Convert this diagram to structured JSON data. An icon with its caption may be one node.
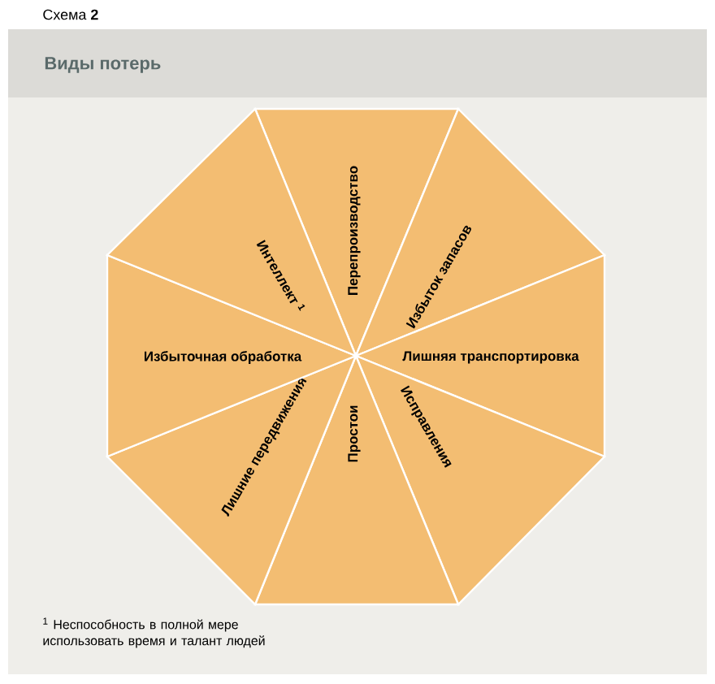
{
  "diagram": {
    "title": "Виды потерь",
    "nodes": [
      {
        "text": [
          "Перепроизводство"
        ]
      },
      {
        "text": [
          "Избыток запасов"
        ]
      },
      {
        "text": [
          "Лишняя транспортировка"
        ]
      },
      {
        "text": [
          "Исправления"
        ]
      },
      {
        "text": [
          "Простои"
        ]
      },
      {
        "text": [
          "Лишние передвижения"
        ]
      },
      {
        "text": [
          "Избыточная обработка"
        ]
      },
      {
        "text": [
          "Интеллект $^{1}$"
        ]
      }
    ],
    "labels": [
      "Схема **2**",
      "$^{1}$ Неспособность в полной мере использовать время и талант людей"
    ]
  }
}
